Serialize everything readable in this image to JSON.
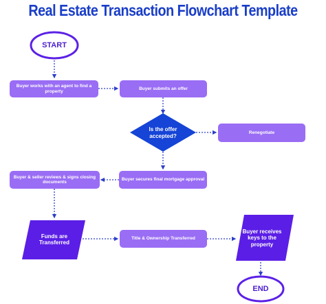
{
  "title": "Real Estate Transaction Flowchart Template",
  "colors": {
    "title": "#1a3ec8",
    "box_light": "#9a6df5",
    "box_dark": "#5b1ee6",
    "decision": "#1544d6",
    "terminal_stroke": "#5b21e6",
    "arrow": "#2c3fc8"
  },
  "nodes": {
    "start": "START",
    "agent": "Buyer works with an agent to find a property",
    "offer": "Buyer submits an offer",
    "decision": "Is the offer accepted?",
    "renegotiate": "Renegotiate",
    "mortgage": "Buyer secures final mortgage approval",
    "closing": "Buyer & seller reviews & signs closing documents",
    "funds": "Funds are Transferred",
    "title_transfer": "Title & Ownership Transferred",
    "keys": "Buyer receives keys to the property",
    "end": "END"
  }
}
